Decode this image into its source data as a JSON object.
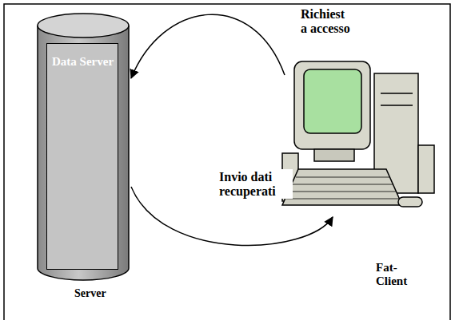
{
  "diagram": {
    "nodes": [
      {
        "text": [
          "Server"
        ]
      },
      {
        "text": [
          "Data Server"
        ],
        "in": 0
      },
      {
        "text": [
          "Fat- Client"
        ]
      }
    ],
    "edges": [
      {
        "from": 2,
        "to": 0,
        "label": "Richiest a accesso",
        "arrow": "to"
      },
      {
        "from": 0,
        "to": 2,
        "label": "Invio dati recuperati",
        "arrow": "to"
      }
    ]
  }
}
